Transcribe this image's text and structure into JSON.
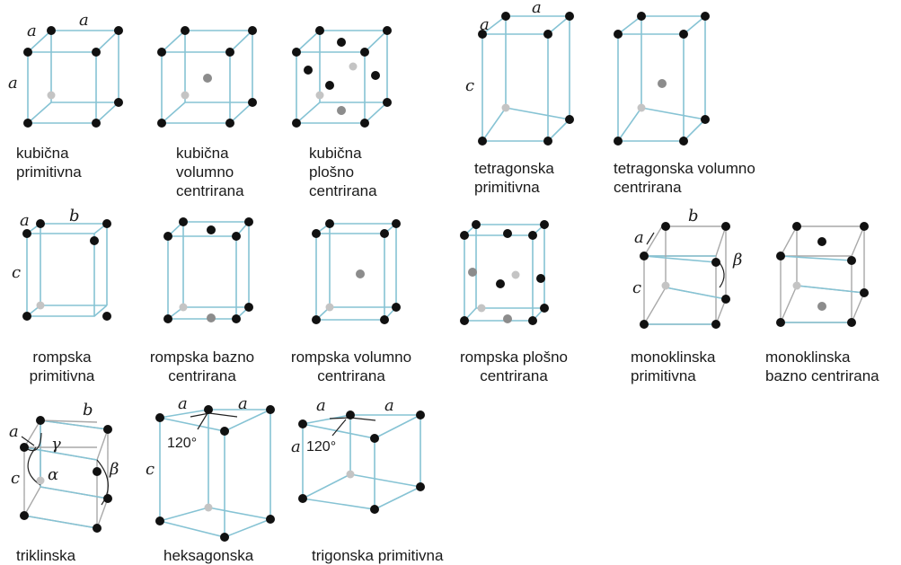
{
  "lattices": {
    "cubic_primitive": {
      "line1": "kubična",
      "line2": "primitivna",
      "a_top": "a",
      "a_side": "a"
    },
    "cubic_body": {
      "line1": "kubična",
      "line2": "volumno",
      "line3": "centrirana"
    },
    "cubic_face": {
      "line1": "kubična",
      "line2": "plošno",
      "line3": "centrirana"
    },
    "tetragonal_primitive": {
      "line1": "tetragonska",
      "line2": "primitivna",
      "a_top": "a",
      "a_left": "a",
      "c": "c"
    },
    "tetragonal_body": {
      "line1": "tetragonska volumno",
      "line2": "centrirana"
    },
    "ortho_primitive": {
      "line1": "rompska",
      "line2": "primitivna",
      "a": "a",
      "b": "b",
      "c": "c"
    },
    "ortho_base": {
      "line1": "rompska bazno",
      "line2": "centrirana"
    },
    "ortho_body": {
      "line1": "rompska volumno",
      "line2": "centrirana"
    },
    "ortho_face": {
      "line1": "rompska plošno",
      "line2": "centrirana"
    },
    "mono_primitive": {
      "line1": "monoklinska",
      "line2": "primitivna",
      "a": "a",
      "b": "b",
      "c": "c",
      "beta": "β"
    },
    "mono_base": {
      "line1": "monoklinska",
      "line2": "bazno centrirana"
    },
    "triclinic": {
      "line1": "triklinska",
      "a": "a",
      "b": "b",
      "c": "c",
      "alpha": "α",
      "beta": "β",
      "gamma": "γ"
    },
    "hexagonal": {
      "line1": "heksagonska",
      "a1": "a",
      "a2": "a",
      "c": "c",
      "angle": "120°"
    },
    "trigonal": {
      "line1": "trigonska primitivna",
      "a1": "a",
      "a2": "a",
      "a3": "a",
      "angle": "120°"
    }
  },
  "colors": {
    "edge": "#86c3d4",
    "edge_gray": "#a9a9a9",
    "atom": "#111111",
    "atom_hidden": "#c4c4c4",
    "atom_center": "#8c8c8c",
    "label": "#1a1a1a"
  }
}
